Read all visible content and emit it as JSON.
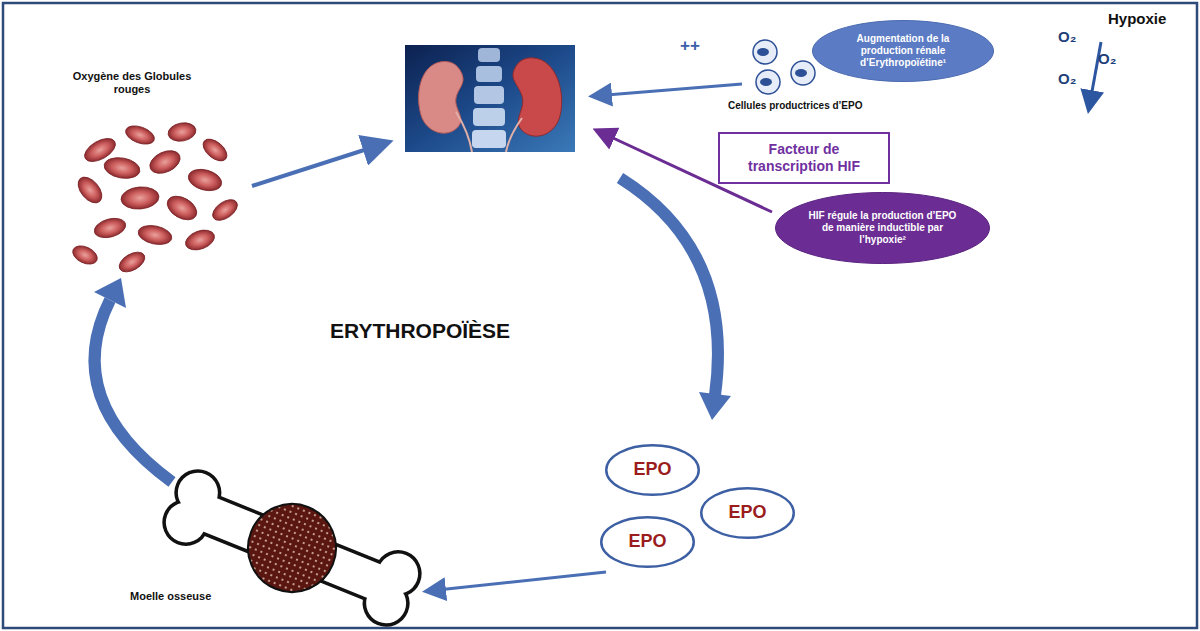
{
  "diagram": {
    "title": "ERYTHROPOÏÈSE",
    "nodes": [
      {
        "text": [
          "Augmentation de la production rénale d’Erythropoïétine¹"
        ]
      },
      {
        "text": [
          "Facteur de transcription HIF"
        ]
      },
      {
        "text": [
          "HIF régule la production d’EPO de manière inductible par l’hypoxie²"
        ]
      },
      {
        "text": [
          "EPO"
        ]
      },
      {
        "text": [
          "EPO"
        ]
      },
      {
        "text": [
          "EPO"
        ]
      }
    ],
    "labels": [
      "Oxygène des Globules rouges",
      "++",
      "Cellules productrices d’EPO",
      "Hypoxie",
      "O₂",
      "O₂",
      "O₂",
      "Moelle osseuse"
    ]
  }
}
